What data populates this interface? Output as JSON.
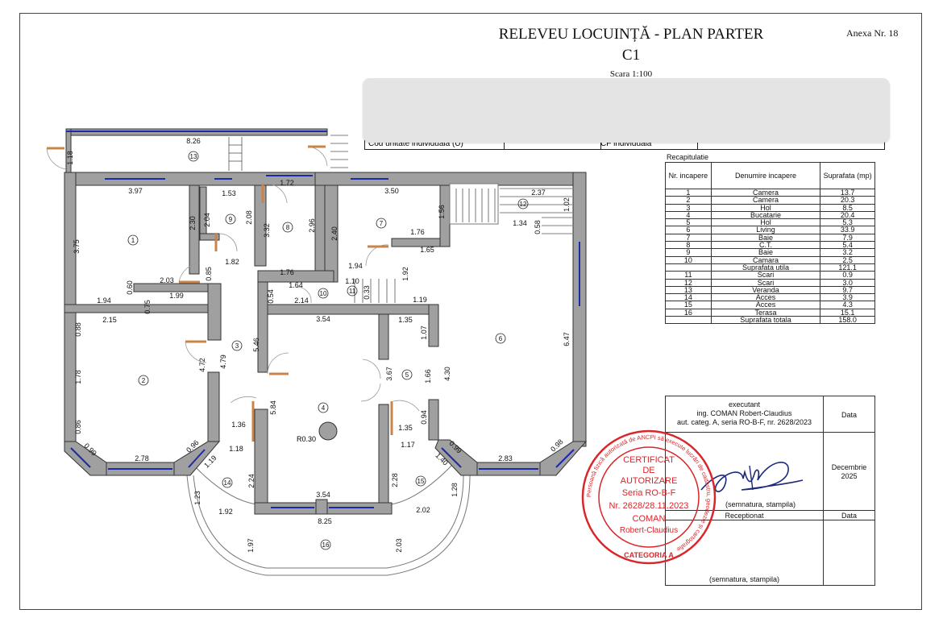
{
  "header": {
    "title": "RELEVEU LOCUINȚĂ - PLAN PARTER",
    "subtitle": "C1",
    "scale": "Scara 1:100",
    "annex": "Anexa Nr. 18"
  },
  "id_row": {
    "cod_label": "Cod unitate individuala (U)",
    "cf_label": "CF individuala"
  },
  "recap": {
    "title": "Recapitulatie",
    "headers": [
      "Nr. incapere",
      "Denumire incapere",
      "Suprafata (mp)"
    ],
    "rows": [
      {
        "nr": "1",
        "name": "Camera",
        "area": "13.7"
      },
      {
        "nr": "2",
        "name": "Camera",
        "area": "20.3"
      },
      {
        "nr": "3",
        "name": "Hol",
        "area": "8.5"
      },
      {
        "nr": "4",
        "name": "Bucatarie",
        "area": "20.4"
      },
      {
        "nr": "5",
        "name": "Hol",
        "area": "5.3"
      },
      {
        "nr": "6",
        "name": "Living",
        "area": "33.9"
      },
      {
        "nr": "7",
        "name": "Baie",
        "area": "7.9"
      },
      {
        "nr": "8",
        "name": "C.T.",
        "area": "5.4"
      },
      {
        "nr": "9",
        "name": "Baie",
        "area": "3.2"
      },
      {
        "nr": "10",
        "name": "Camara",
        "area": "2.5"
      },
      {
        "nr": "",
        "name": "Suprafata utila",
        "area": "121.1"
      },
      {
        "nr": "11",
        "name": "Scari",
        "area": "0.9"
      },
      {
        "nr": "12",
        "name": "Scari",
        "area": "3.0"
      },
      {
        "nr": "13",
        "name": "Veranda",
        "area": "9.7"
      },
      {
        "nr": "14",
        "name": "Acces",
        "area": "3.9"
      },
      {
        "nr": "15",
        "name": "Acces",
        "area": "4.3"
      },
      {
        "nr": "16",
        "name": "Terasa",
        "area": "15.1"
      },
      {
        "nr": "",
        "name": "Suprafata totala",
        "area": "158.0"
      }
    ]
  },
  "signature": {
    "executant_label": "executant",
    "executant_name": "ing. COMAN Robert-Claudius",
    "authorization": "aut. categ. A, seria RO-B-F, nr. 2628/2023",
    "date_label": "Data",
    "date_value_1": "Decembrie",
    "date_value_2": "2025",
    "sign_note": "(semnatura, stampila)",
    "received_label": "Receptionat",
    "received_date_label": "Data",
    "received_sign_note": "(semnatura, stampila)"
  },
  "stamp": {
    "line1": "CERTIFICAT",
    "line2": "DE",
    "line3": "AUTORIZARE",
    "line4": "Seria RO-B-F",
    "line5": "Nr. 2628/28.11.2023",
    "line6": "COMAN",
    "line7": "Robert-Claudius",
    "ring_text": "Persoană fizică autorizată de ANCPI să execute lucrări de cadastru, geodezie și cartografie",
    "category": "CATEGORIA A",
    "color": "#d9262b"
  },
  "plan": {
    "wall_color": "#a0a0a0",
    "door_color": "#c8844a",
    "window_color": "#1a2aa8",
    "room_numbers": [
      "1",
      "2",
      "3",
      "4",
      "5",
      "6",
      "7",
      "8",
      "9",
      "10",
      "11",
      "12",
      "13",
      "14",
      "15",
      "16"
    ],
    "radius_label": "R0.30",
    "dimensions": [
      "8.26",
      "1.18",
      "3.97",
      "1.53",
      "1.72",
      "3.50",
      "2.37",
      "1.02",
      "1.34",
      "0.58",
      "3.75",
      "2.30",
      "2.04",
      "2.08",
      "3.32",
      "2.96",
      "2.40",
      "1.56",
      "1.76",
      "1.65",
      "1.82",
      "0.85",
      "2.03",
      "1.76",
      "1.94",
      "1.10",
      "1.92",
      "0.60",
      "1.64",
      "0.33",
      "1.94",
      "1.99",
      "0.75",
      "0.54",
      "2.14",
      "1.19",
      "2.15",
      "3.54",
      "1.35",
      "0.88",
      "1.07",
      "6.47",
      "4.72",
      "4.79",
      "5.46",
      "3.67",
      "1.66",
      "4.30",
      "1.78",
      "5.84",
      "1.36",
      "1.35",
      "0.86",
      "0.94",
      "0.99",
      "0.96",
      "2.78",
      "1.18",
      "1.17",
      "0.99",
      "2.83",
      "0.98",
      "1.19",
      "1.40",
      "2.24",
      "2.28",
      "1.28",
      "1.23",
      "3.54",
      "1.92",
      "2.02",
      "8.25",
      "1.97",
      "2.03"
    ]
  }
}
